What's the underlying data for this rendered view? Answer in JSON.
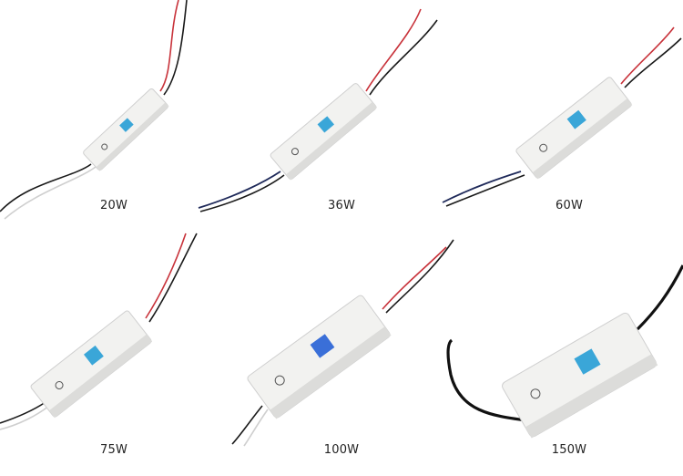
{
  "products": [
    {
      "wattage": "20W",
      "wire_colors": {
        "red": "#c8323a",
        "black": "#1a1a1a",
        "white": "#e8e8e8"
      }
    },
    {
      "wattage": "36W",
      "wire_colors": {
        "red": "#c8323a",
        "black": "#1a1a1a",
        "white": "#e8e8e8"
      }
    },
    {
      "wattage": "60W",
      "wire_colors": {
        "red": "#c8323a",
        "black": "#1a1a1a",
        "white": "#e8e8e8"
      }
    },
    {
      "wattage": "75W",
      "wire_colors": {
        "red": "#c8323a",
        "black": "#1a1a1a",
        "white": "#e8e8e8"
      }
    },
    {
      "wattage": "100W",
      "wire_colors": {
        "red": "#c8323a",
        "black": "#1a1a1a",
        "white": "#e8e8e8"
      }
    },
    {
      "wattage": "150W",
      "wire_colors": {
        "red": "#c8323a",
        "black": "#1a1a1a",
        "white": "#e8e8e8"
      }
    }
  ],
  "colors": {
    "casing": "#f2f2f0",
    "casing_shadow": "#d4d4d2",
    "label_blue": "#3aa6d8"
  }
}
